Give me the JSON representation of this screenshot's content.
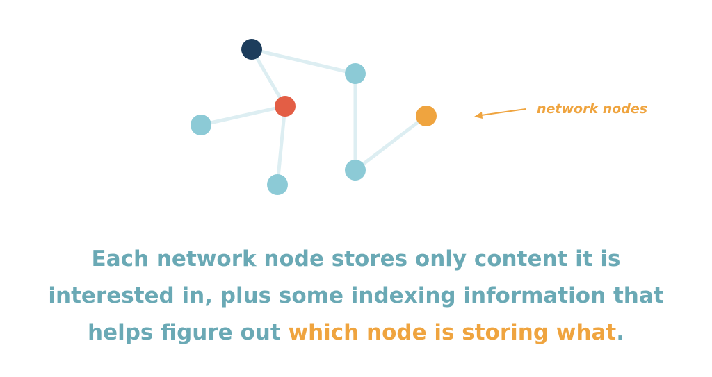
{
  "colors": {
    "edge": "#ddeef2",
    "node_light_blue": "#8ccad6",
    "node_dark_navy": "#1d3d5c",
    "node_red_orange": "#e35e45",
    "node_orange": "#efa43f",
    "caption_teal": "#6aa9b5",
    "highlight_orange": "#efa43f"
  },
  "annotation": {
    "label": "network nodes"
  },
  "caption": {
    "line1": "Each network node stores only content it is",
    "line2": "interested in, plus some indexing information that",
    "line3_before": "helps figure out ",
    "line3_highlight": "which node is storing what",
    "line3_after": "."
  }
}
